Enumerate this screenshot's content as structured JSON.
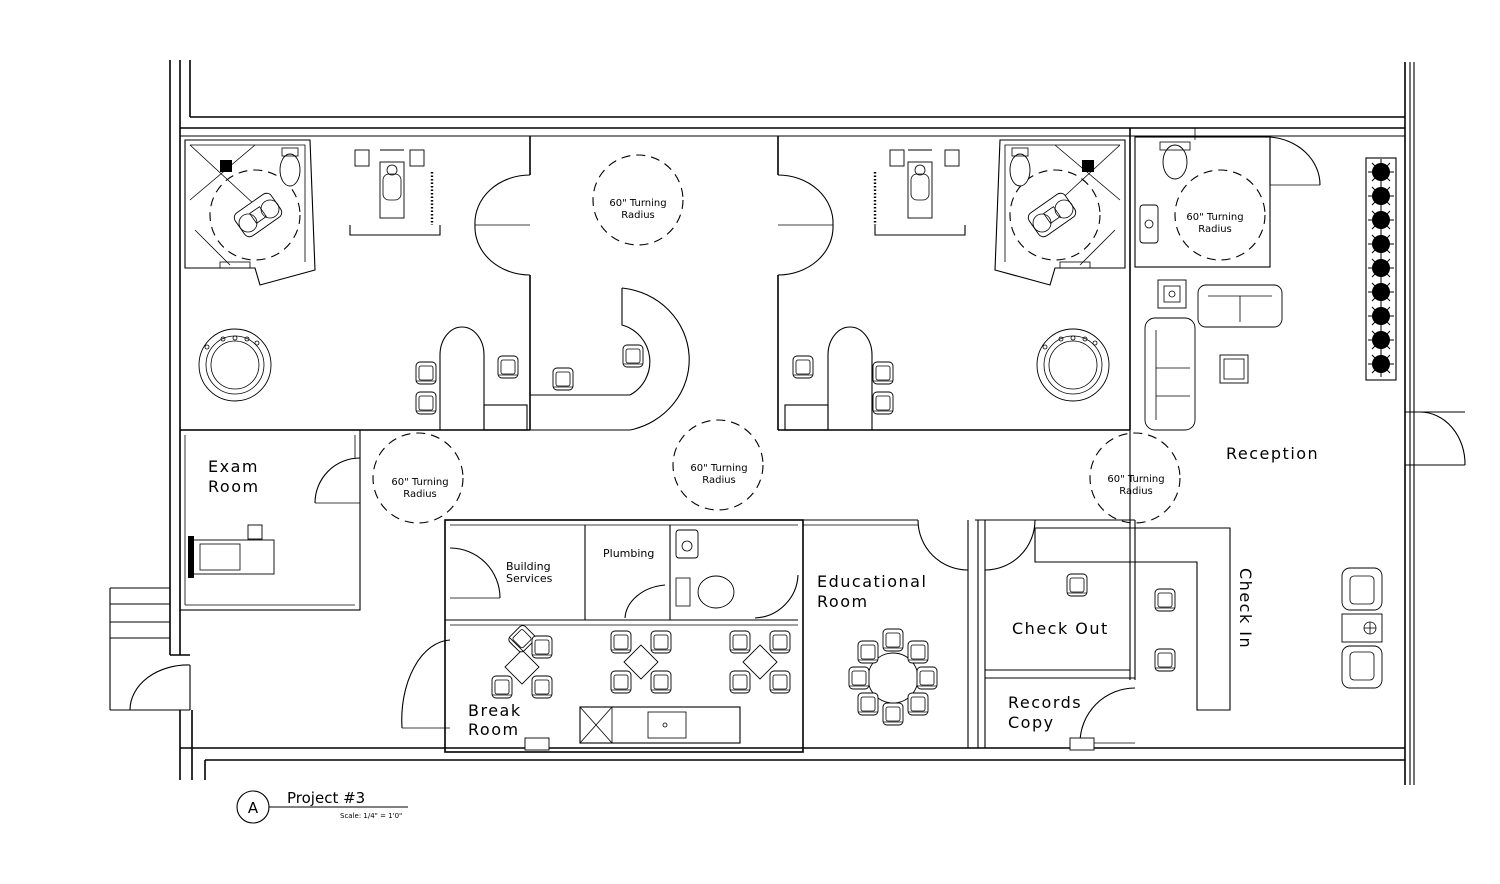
{
  "rooms": {
    "exam_room": [
      "Exam",
      "Room"
    ],
    "building_services": [
      "Building",
      "Services"
    ],
    "plumbing": "Plumbing",
    "educational_room": [
      "Educational",
      "Room"
    ],
    "check_out": "Check  Out",
    "records_copy": [
      "Records",
      "Copy"
    ],
    "break_room": [
      "Break",
      "Room"
    ],
    "reception": "Reception",
    "check_in": "Check  In"
  },
  "turning_radius": [
    "60\" Turning",
    "Radius"
  ],
  "title_block": {
    "bubble": "A",
    "title": "Project #3",
    "scale": "Scale: 1/4\" = 1'0\""
  }
}
